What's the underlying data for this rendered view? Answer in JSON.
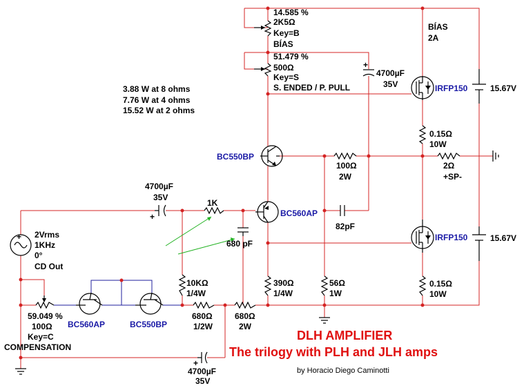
{
  "pot_bias": {
    "percent": "14.585 %",
    "value": "2K5Ω",
    "key": "Key=B",
    "name": "BÍAS"
  },
  "pot_se": {
    "percent": "51.479 %",
    "value": "500Ω",
    "key": "Key=S",
    "name": "S. ENDED / P. PULL"
  },
  "cap_top": {
    "value": "4700µF",
    "voltage": "35V"
  },
  "bias_current": {
    "name": "BÍAS",
    "value": "2A"
  },
  "power_ratings": [
    "3.88 W at 8 ohms",
    "7.76 W at 4 ohms",
    "15.52 W at 2 ohms"
  ],
  "q_bc550_top": "BC550BP",
  "q_bc560_mid": "BC560AP",
  "mosfet_top": "IRFP150",
  "mosfet_bottom": "IRFP150",
  "supply_top": "15.67V",
  "supply_bottom": "15.67V",
  "r_src_top": {
    "value": "0.15Ω",
    "power": "10W"
  },
  "r_src_bottom": {
    "value": "0.15Ω",
    "power": "10W"
  },
  "r_fb": {
    "value": "100Ω",
    "power": "2W"
  },
  "speaker": {
    "value": "2Ω",
    "name": "+SP-"
  },
  "cap_input": {
    "value": "4700µF",
    "voltage": "35V"
  },
  "r_input": "1K",
  "cap_fb": "82pF",
  "cap_680": "680 pF",
  "source": {
    "amplitude": "2Vrms",
    "freq": "1KHz",
    "phase": "0°",
    "name": "CD Out"
  },
  "r_10k": {
    "value": "10KΩ",
    "power": "1/4W"
  },
  "r_390": {
    "value": "390Ω",
    "power": "1/4W"
  },
  "r_56": {
    "value": "56Ω",
    "power": "1W"
  },
  "pot_comp": {
    "percent": "59.049 %",
    "value": "100Ω",
    "key": "Key=C",
    "name": "COMPENSATION"
  },
  "q_comp_1": "BC560AP",
  "q_comp_2": "BC550BP",
  "r_680_a": {
    "value": "680Ω",
    "power": "1/2W"
  },
  "r_680_b": {
    "value": "680Ω",
    "power": "2W"
  },
  "cap_bottom": {
    "value": "4700µF",
    "voltage": "35V"
  },
  "title_line1": "DLH AMPLIFIER",
  "title_line2": "The trilogy with PLH and JLH amps",
  "credit": "by Horacio Diego Caminotti"
}
